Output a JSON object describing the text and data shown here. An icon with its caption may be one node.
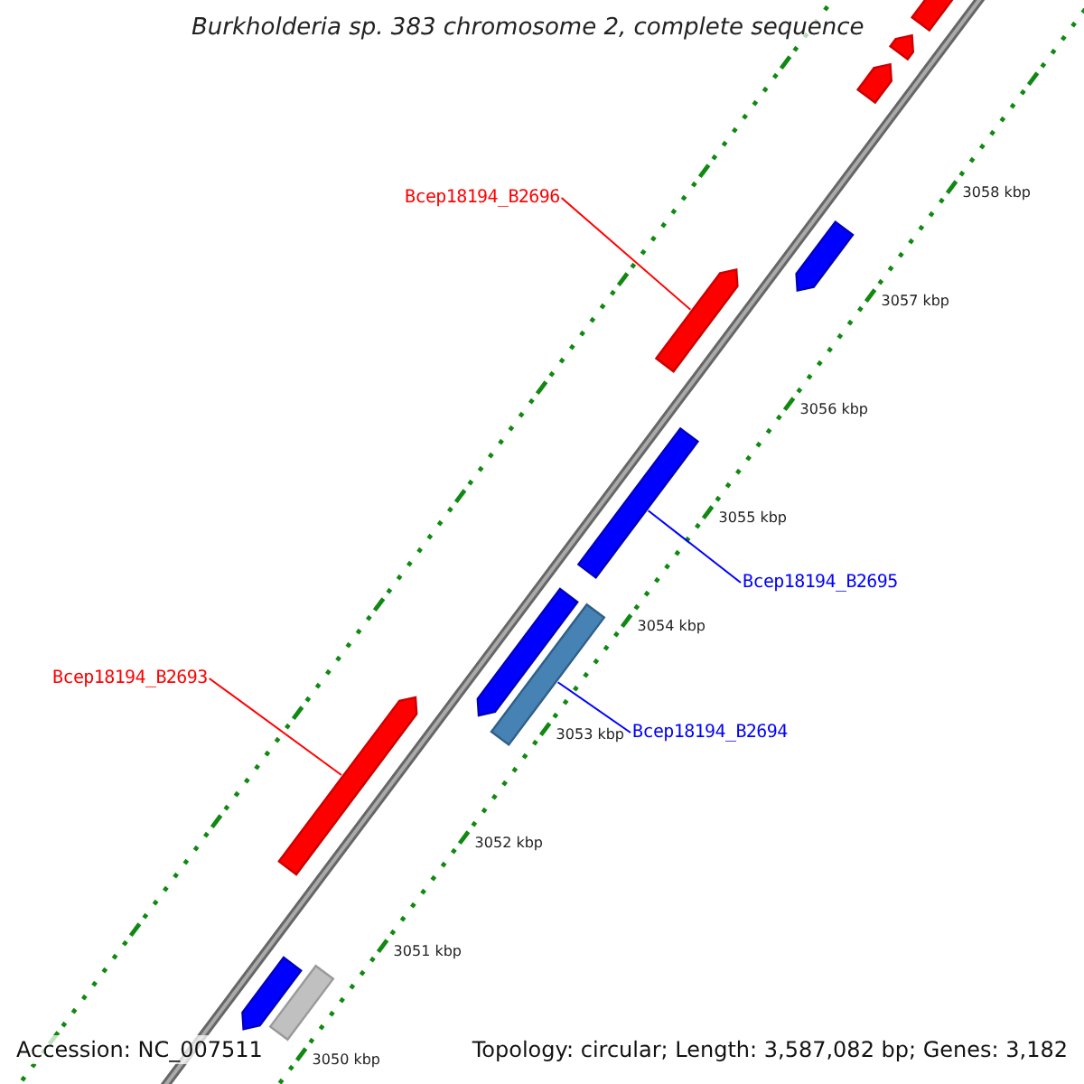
{
  "diagram": {
    "title": "Burkholderia sp. 383 chromosome 2, complete sequence",
    "nodes": [
      {
        "text": [
          "Bcep18194_B2696"
        ]
      },
      {
        "text": [],
        "shape": "bar"
      },
      {
        "text": [
          "Bcep18194_B2695"
        ]
      },
      {
        "text": [],
        "shape": "bar"
      },
      {
        "text": [
          "Bcep18194_B2693"
        ]
      },
      {
        "text": [],
        "shape": "bar"
      },
      {
        "text": [
          "Bcep18194_B2694"
        ]
      },
      {
        "text": [],
        "shape": "bar"
      },
      {
        "text": [],
        "shape": "bar"
      },
      {
        "text": [],
        "shape": "bar"
      },
      {
        "text": [],
        "shape": "bar"
      },
      {
        "text": [],
        "shape": "bar"
      },
      {
        "text": [],
        "shape": "bar"
      },
      {
        "text": [],
        "shape": "bar"
      },
      {
        "text": [],
        "shape": "bar"
      }
    ],
    "edges": [
      {
        "from": 0,
        "to": 1,
        "arrow": "none",
        "color": "#ff0000"
      },
      {
        "from": 2,
        "to": 3,
        "arrow": "none",
        "color": "#0000ff"
      },
      {
        "from": 4,
        "to": 5,
        "arrow": "none",
        "color": "#ff0000"
      },
      {
        "from": 6,
        "to": 7,
        "arrow": "none",
        "color": "#0000ff"
      }
    ],
    "labels": [
      "3058 kbp",
      "3057 kbp",
      "3056 kbp",
      "3055 kbp",
      "3054 kbp",
      "3053 kbp",
      "3052 kbp",
      "3051 kbp",
      "3050 kbp",
      "Accession: NC_007511",
      "Topology: circular; Length: 3,587,082 bp; Genes: 3,182"
    ]
  }
}
